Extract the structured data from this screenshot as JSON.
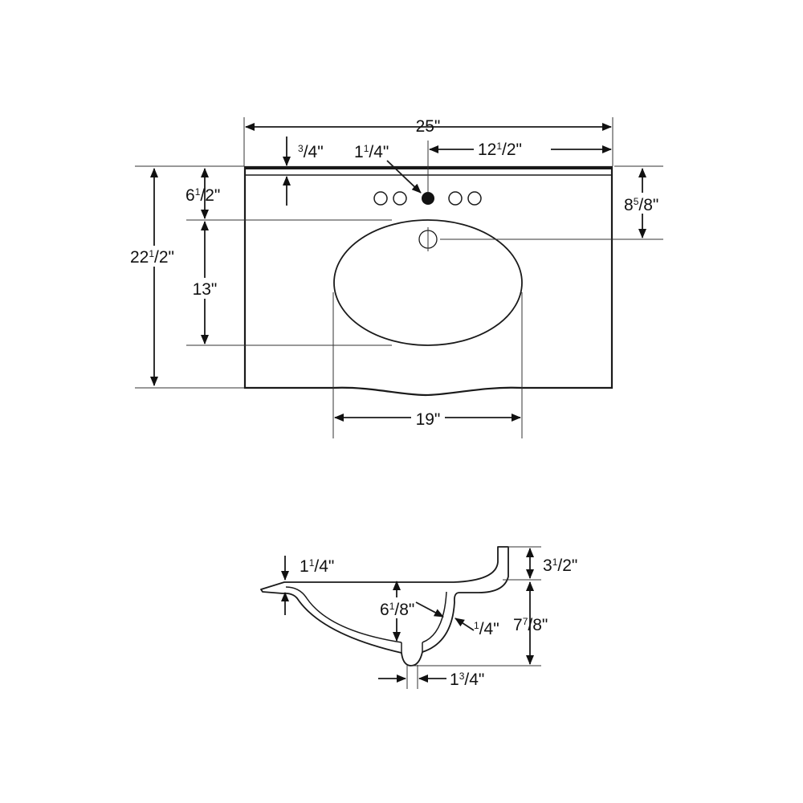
{
  "top_view": {
    "dim_width": {
      "main": "25\""
    },
    "dim_backsplash": {
      "pre": "",
      "sup": "3",
      "rest": "/4\""
    },
    "dim_center_hole": {
      "pre": "1",
      "sup": "1",
      "rest": "/4\""
    },
    "dim_half_width": {
      "pre": "12",
      "sup": "1",
      "rest": "/2\""
    },
    "dim_top_to_bowl": {
      "pre": "6",
      "sup": "1",
      "rest": "/2\""
    },
    "dim_depth": {
      "pre": "22",
      "sup": "1",
      "rest": "/2\""
    },
    "dim_bowl_depth": {
      "main": "13\""
    },
    "dim_drain_offset": {
      "pre": "8",
      "sup": "5",
      "rest": "/8\""
    },
    "dim_bowl_width": {
      "main": "19\""
    }
  },
  "side_view": {
    "dim_rim": {
      "pre": "1",
      "sup": "1",
      "rest": "/4\""
    },
    "dim_backsplash_height": {
      "pre": "3",
      "sup": "1",
      "rest": "/2\""
    },
    "dim_bowl_inner_depth": {
      "pre": "6",
      "sup": "1",
      "rest": "/8\""
    },
    "dim_wall": {
      "pre": "",
      "sup": "1",
      "rest": "/4\""
    },
    "dim_total_height": {
      "pre": "7",
      "sup": "7",
      "rest": "/8\""
    },
    "dim_drain_width": {
      "pre": "1",
      "sup": "3",
      "rest": "/4\""
    }
  }
}
